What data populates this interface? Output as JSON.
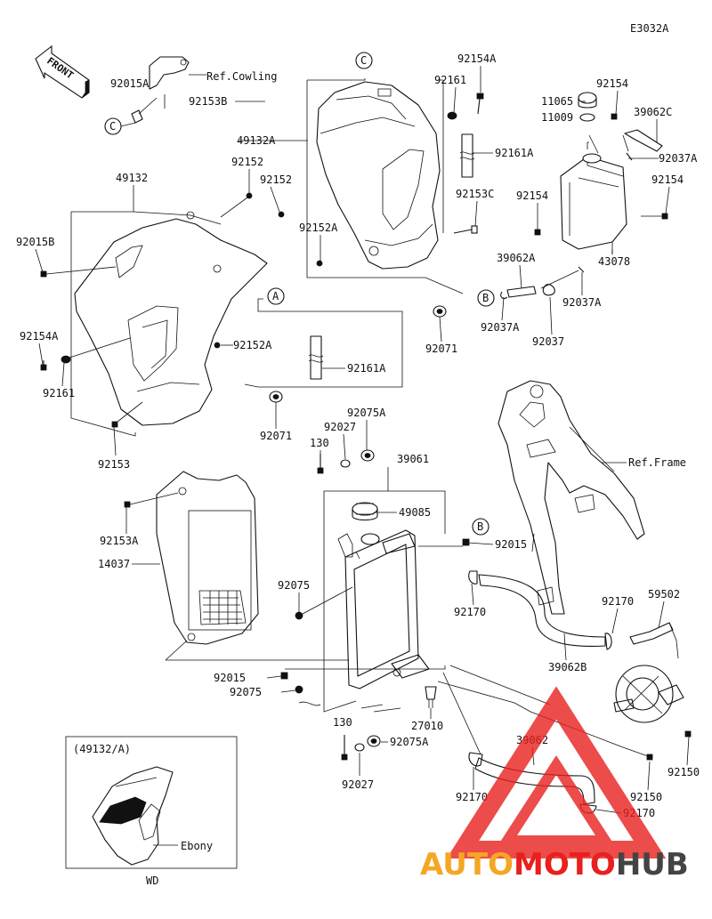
{
  "diagram_code": "E3032A",
  "front_label": "FRONT",
  "callouts": {
    "a": "A",
    "b": "B",
    "c": "C"
  },
  "refs": {
    "cowling": "Ref.Cowling",
    "frame": "Ref.Frame"
  },
  "inset": {
    "title": "(49132/A)",
    "color_label": "Ebony",
    "footer": "WD"
  },
  "labels": [
    "92015A",
    "92153B",
    "92161",
    "92154A",
    "11065",
    "92154",
    "11009",
    "39062C",
    "49132A",
    "92161A",
    "92037A",
    "49132",
    "92152",
    "92152",
    "92153C",
    "92154",
    "92154",
    "92015B",
    "92152A",
    "43078",
    "39062A",
    "92154A",
    "92152A",
    "92161A",
    "92161",
    "92071",
    "92037A",
    "92037A",
    "92037",
    "92071",
    "92153",
    "92075A",
    "92027",
    "130",
    "39061",
    "92153A",
    "49085",
    "14037",
    "92015",
    "92075",
    "92170",
    "92170",
    "59502",
    "39062B",
    "92015",
    "92075",
    "27010",
    "130",
    "92075A",
    "39062",
    "92027",
    "92170",
    "92150",
    "92150",
    "92170"
  ],
  "watermark": {
    "part1": "AUTO",
    "part2": "MOTO",
    "part3": "HUB",
    "color_red": "#e8201e",
    "color_orange": "#f5a623",
    "color_dark": "#444444"
  }
}
